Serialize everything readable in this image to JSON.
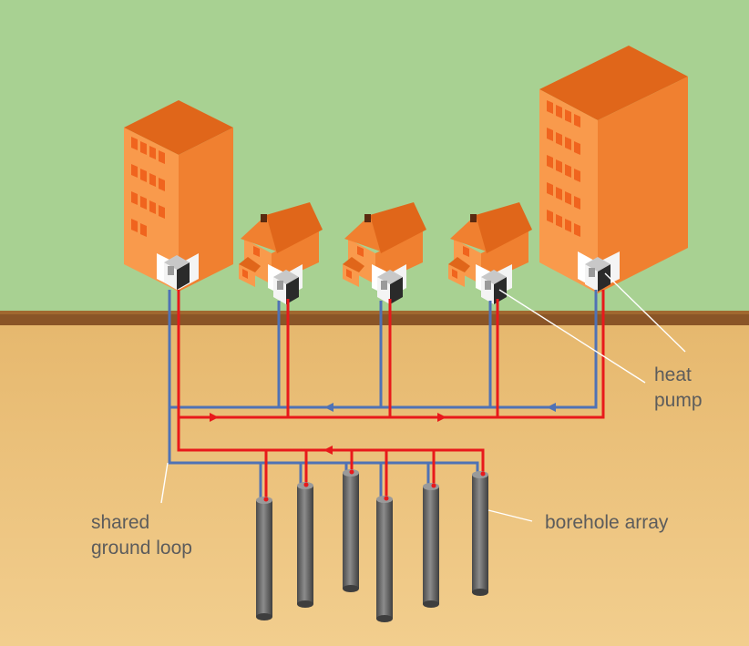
{
  "labels": {
    "heat_pump_line1": "heat",
    "heat_pump_line2": "pump",
    "shared_ground_loop_line1": "shared",
    "shared_ground_loop_line2": "ground loop",
    "borehole_array": "borehole array"
  },
  "colors": {
    "sky": "#A8D192",
    "ground": "#EAC27C",
    "soil_strip": "#8A5527",
    "wall_front": "#F99A4C",
    "wall_side": "#F08030",
    "roof": "#E0661A",
    "window": "#F0641E",
    "flow_pipe": "#E8191B",
    "return_pipe": "#4F72B5",
    "borehole": "#6A6A6A",
    "label_text": "#5C5C5C"
  },
  "icons": [
    "tower-building-icon",
    "house-icon",
    "heat-pump-unit-icon",
    "borehole-icon",
    "flow-arrow-icon"
  ]
}
